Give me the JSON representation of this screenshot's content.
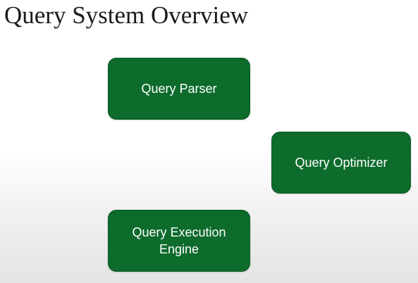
{
  "title": "Query System Overview",
  "nodes": {
    "parser": {
      "label": "Query Parser"
    },
    "optimizer": {
      "label": "Query Optimizer"
    },
    "engine": {
      "label": "Query Execution Engine"
    }
  },
  "colors": {
    "node_fill": "#0d6b2c",
    "node_text": "#ffffff",
    "title_text": "#1b1b1b"
  }
}
